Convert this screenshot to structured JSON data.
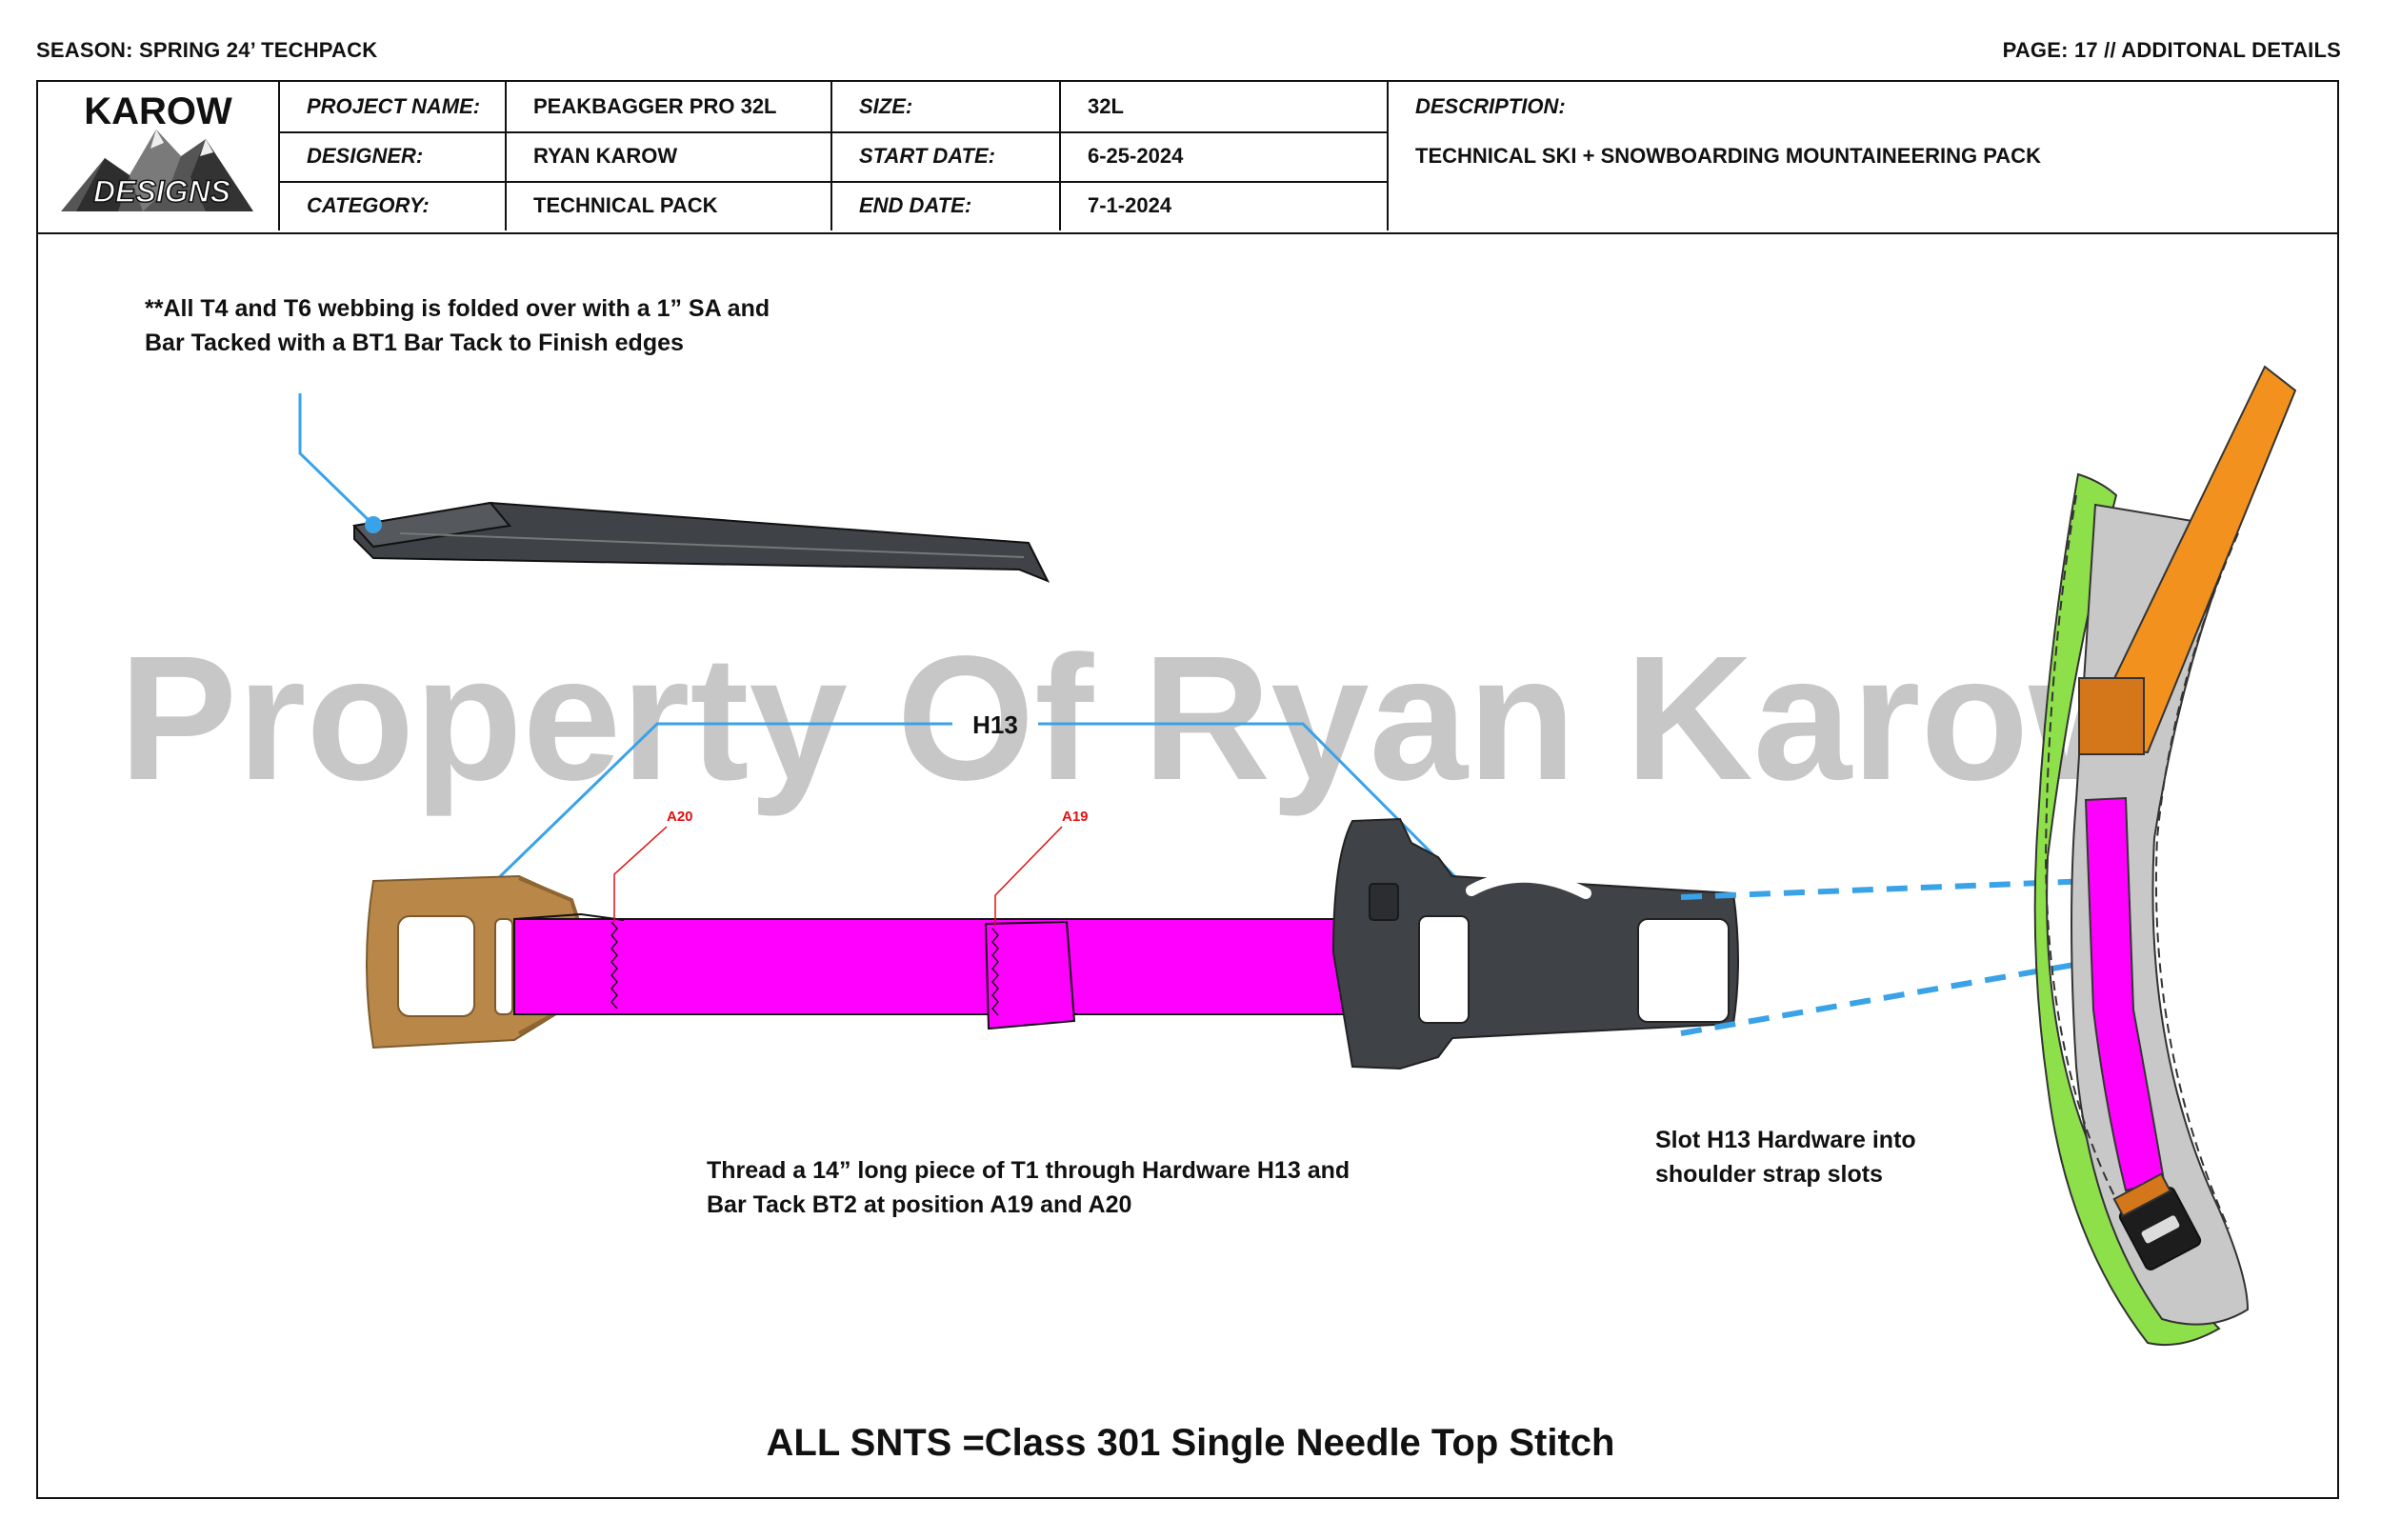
{
  "header": {
    "season": "SEASON: SPRING 24’  TECHPACK",
    "page": "PAGE: 17 // ADDITONAL DETAILS"
  },
  "logo": {
    "line1": "KAROW",
    "line2": "DESIGNS"
  },
  "info": {
    "project_label": "PROJECT NAME:",
    "project_value": "PEAKBAGGER PRO 32L",
    "designer_label": "DESIGNER:",
    "designer_value": "RYAN KAROW",
    "category_label": "CATEGORY:",
    "category_value": "TECHNICAL PACK",
    "size_label": "SIZE:",
    "size_value": "32L",
    "start_label": "START DATE:",
    "start_value": "6-25-2024",
    "end_label": "END DATE:",
    "end_value": "7-1-2024",
    "description_label": "DESCRIPTION:",
    "description_value": "TECHNICAL SKI + SNOWBOARDING MOUNTAINEERING PACK"
  },
  "watermark": "Property Of Ryan Karow",
  "notes": {
    "webbing_note": "**All T4 and T6 webbing is folded over with a 1” SA and Bar Tacked with a BT1 Bar Tack to Finish edges",
    "thread_note": "Thread a 14” long piece of T1 through Hardware H13 and Bar Tack BT2 at position A19 and A20",
    "slot_note": "Slot H13 Hardware into shoulder strap slots"
  },
  "callouts": {
    "hardware": "H13",
    "pos_a20": "A20",
    "pos_a19": "A19"
  },
  "footer": "ALL SNTS =Class 301 Single Needle Top Stitch",
  "colors": {
    "webbing_magenta": "#ff00ff",
    "buckle_tan": "#b98748",
    "hardware_dark": "#3f4246",
    "strap_orange": "#f2911e",
    "strap_green": "#8ee04a",
    "leader_blue": "#3aa3e8",
    "marker_red": "#e01010",
    "watermark_gray": "#c7c7c7"
  },
  "icons": [
    "mountain-logo-icon",
    "ladder-lock-buckle-icon",
    "side-release-buckle-icon",
    "ladder-lock-cam-icon"
  ]
}
